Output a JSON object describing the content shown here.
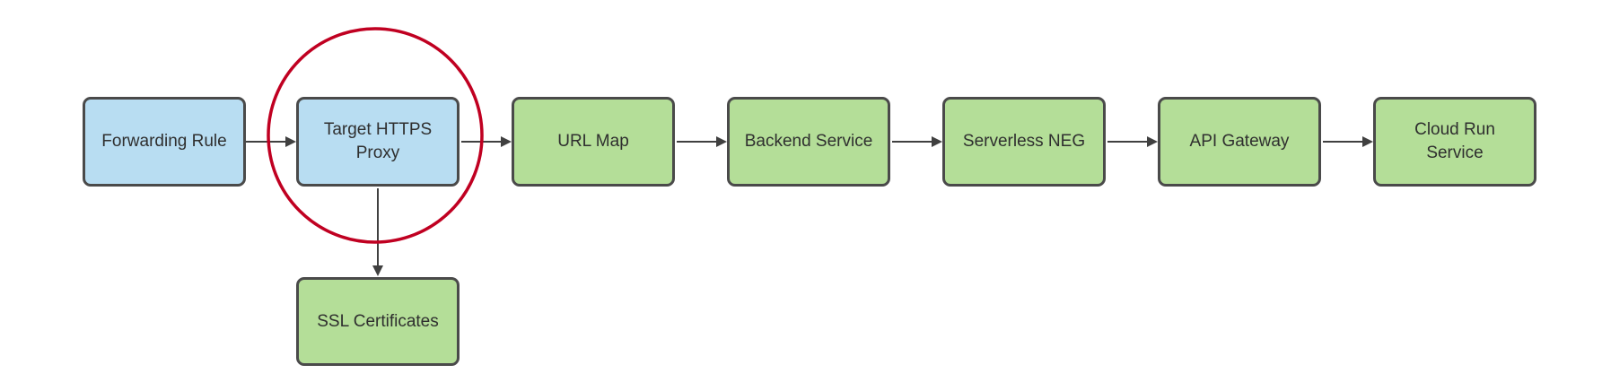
{
  "diagram": {
    "nodes": [
      {
        "id": "forwarding-rule",
        "label": "Forwarding Rule",
        "fill": "blue"
      },
      {
        "id": "target-https-proxy",
        "label": "Target HTTPS\nProxy",
        "fill": "blue",
        "highlighted": true
      },
      {
        "id": "url-map",
        "label": "URL Map",
        "fill": "green"
      },
      {
        "id": "backend-service",
        "label": "Backend Service",
        "fill": "green"
      },
      {
        "id": "serverless-neg",
        "label": "Serverless NEG",
        "fill": "green"
      },
      {
        "id": "api-gateway",
        "label": "API Gateway",
        "fill": "green"
      },
      {
        "id": "cloud-run-service",
        "label": "Cloud Run\nService",
        "fill": "green"
      },
      {
        "id": "ssl-certificates",
        "label": "SSL Certificates",
        "fill": "green"
      }
    ],
    "edges": [
      {
        "from": "forwarding-rule",
        "to": "target-https-proxy",
        "direction": "right"
      },
      {
        "from": "target-https-proxy",
        "to": "url-map",
        "direction": "right"
      },
      {
        "from": "url-map",
        "to": "backend-service",
        "direction": "right"
      },
      {
        "from": "backend-service",
        "to": "serverless-neg",
        "direction": "right"
      },
      {
        "from": "serverless-neg",
        "to": "api-gateway",
        "direction": "right"
      },
      {
        "from": "api-gateway",
        "to": "cloud-run-service",
        "direction": "right"
      },
      {
        "from": "target-https-proxy",
        "to": "ssl-certificates",
        "direction": "down"
      }
    ],
    "annotation": {
      "shape": "circle",
      "around": "target-https-proxy",
      "color": "#c00021"
    },
    "colors": {
      "background": "#ffffff",
      "node_blue_fill": "#b8ddf2",
      "node_green_fill": "#b4de98",
      "node_border": "#4a4a4a",
      "node_text": "#2f2f2f",
      "arrow": "#404040",
      "highlight_red": "#c00021"
    }
  }
}
